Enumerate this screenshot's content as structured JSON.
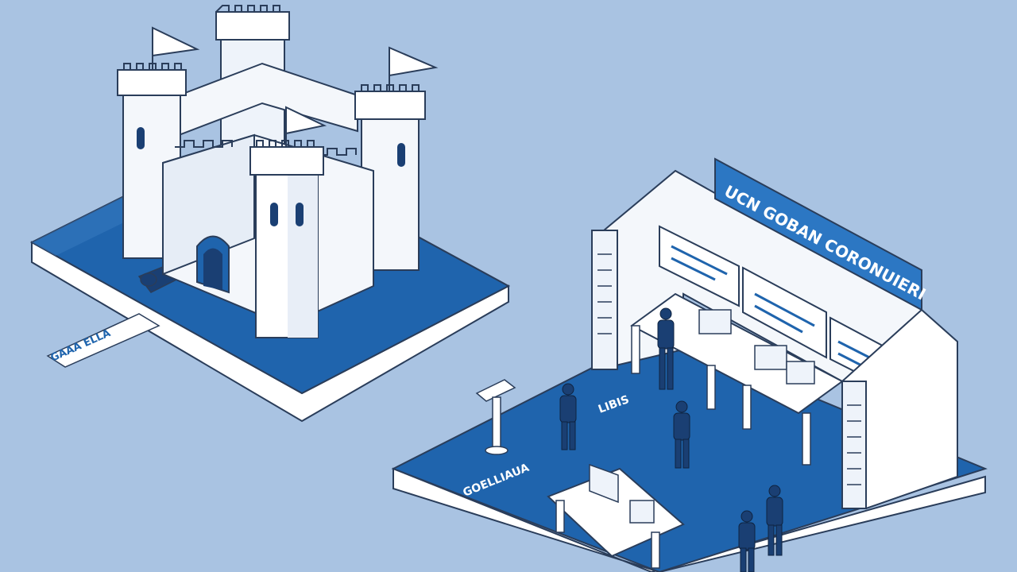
{
  "scene": {
    "background_color": "#a9c3e2",
    "accent_blue": "#1f64ad",
    "dark_blue": "#1a3f73",
    "outline": "#2a3d5a",
    "wall_white": "#f4f7fb",
    "left_island": {
      "subject": "castle",
      "ribbon_text": "GAAA ELLA"
    },
    "right_island": {
      "subject": "exhibition-booth",
      "banner_text": "UCN GOBAN CORONUIERI",
      "floor_text": "GOELLIAUA",
      "floor_text_2": "LIBIS"
    }
  }
}
